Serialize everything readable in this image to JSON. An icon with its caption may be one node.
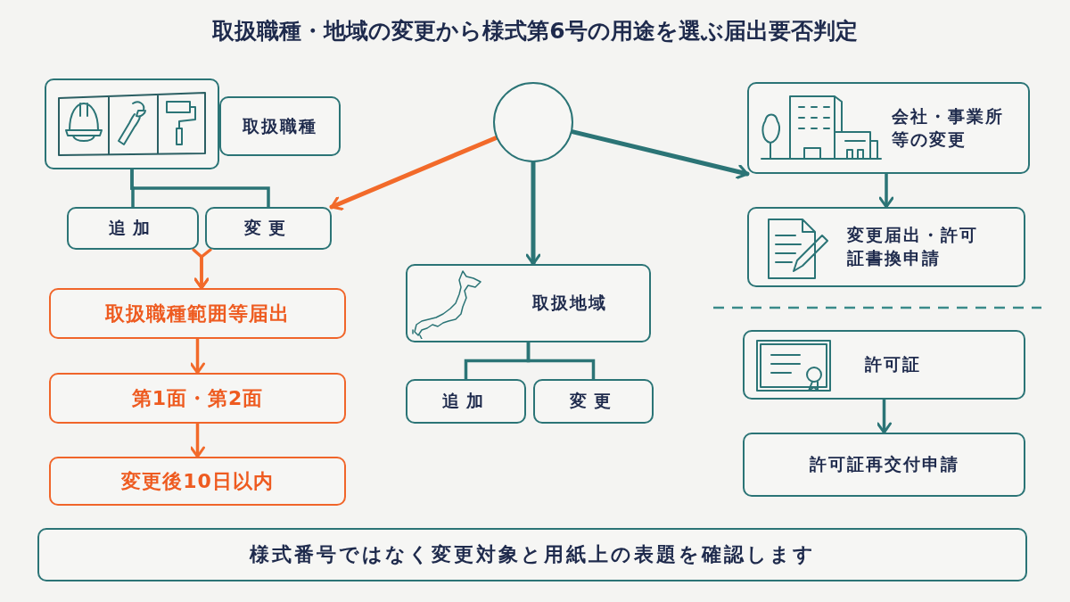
{
  "diagram": {
    "title": "取扱職種・地域の変更から様式第6号の用途を選ぶ届出要否判定",
    "nodes": [
      {
        "text": [],
        "shape": "circle"
      },
      {
        "text": [],
        "shape": "box"
      },
      {
        "text": [
          "取扱職種"
        ]
      },
      {
        "text": [
          "追加"
        ]
      },
      {
        "text": [
          "変更"
        ]
      },
      {
        "text": [
          "取扱職種範囲等届出"
        ]
      },
      {
        "text": [
          "第1面・第2面"
        ]
      },
      {
        "text": [
          "変更後10日以内"
        ]
      },
      {
        "text": [
          "取扱地域"
        ]
      },
      {
        "text": [
          "追加"
        ]
      },
      {
        "text": [
          "変更"
        ]
      },
      {
        "text": [
          "会社・事業所等の変更"
        ]
      },
      {
        "text": [
          "変更届出・許可証書換申請"
        ]
      },
      {
        "text": [
          "許可証"
        ]
      },
      {
        "text": [
          "許可証再交付申請"
        ]
      },
      {
        "text": [
          "様式番号ではなく変更対象と用紙上の表題を確認します"
        ]
      }
    ],
    "edges": [
      {
        "from": 0,
        "to": 4,
        "arrow": "to",
        "color": "#f26a2a"
      },
      {
        "from": 0,
        "to": 8,
        "arrow": "to"
      },
      {
        "from": 0,
        "to": 11,
        "arrow": "to"
      },
      {
        "from": 1,
        "to": 3,
        "arrow": "none"
      },
      {
        "from": 1,
        "to": 4,
        "arrow": "none"
      },
      {
        "from": 3,
        "to": 5,
        "arrow": "to",
        "color": "#f26a2a"
      },
      {
        "from": 4,
        "to": 5,
        "arrow": "to",
        "color": "#f26a2a"
      },
      {
        "from": 5,
        "to": 6,
        "arrow": "to",
        "color": "#f26a2a"
      },
      {
        "from": 6,
        "to": 7,
        "arrow": "to",
        "color": "#f26a2a"
      },
      {
        "from": 8,
        "to": 9,
        "arrow": "none"
      },
      {
        "from": 8,
        "to": 10,
        "arrow": "none"
      },
      {
        "from": 11,
        "to": 12,
        "arrow": "to"
      },
      {
        "from": 13,
        "to": 14,
        "arrow": "to"
      }
    ]
  }
}
